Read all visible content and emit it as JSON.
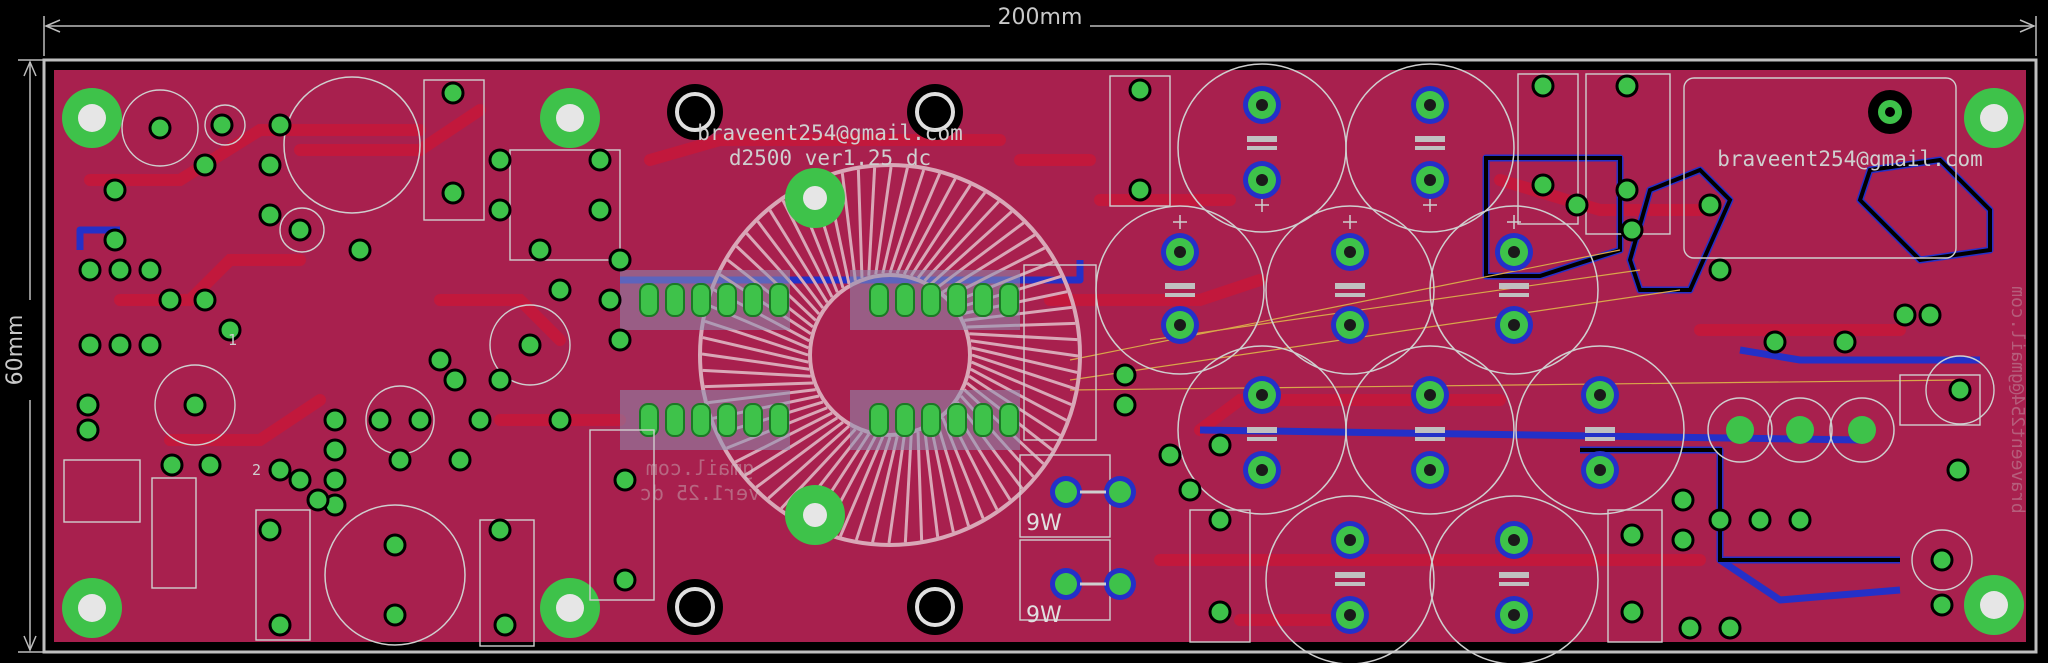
{
  "dimensions": {
    "width_label": "200mm",
    "height_label": "60mm"
  },
  "silkscreen": {
    "email_top": "braveent254@gmail.com",
    "version": "d2500 ver1.25 dc",
    "email_right": "braveent254@gmail.com",
    "email_mirrored": "braveent254@gmail.com",
    "email_bottom_mirrored": "gmail.com",
    "version_bottom_mirrored": "ver1.25 dc",
    "resistor_label_1": "9W",
    "resistor_label_2": "9W",
    "ref_2": "2",
    "ref_1": "1"
  },
  "colors": {
    "background": "#000000",
    "board": "#a8204e",
    "board_outline": "#bfbfbf",
    "top_copper": "#b0163a",
    "bottom_copper": "#2430c8",
    "pad": "#3ec24a",
    "silk": "#d0d0d0",
    "airwire": "#d9a64a"
  },
  "components": {
    "large_caps_count": 10,
    "mounting_holes": 4,
    "toroid_inductor": "heatsink-toroid"
  }
}
